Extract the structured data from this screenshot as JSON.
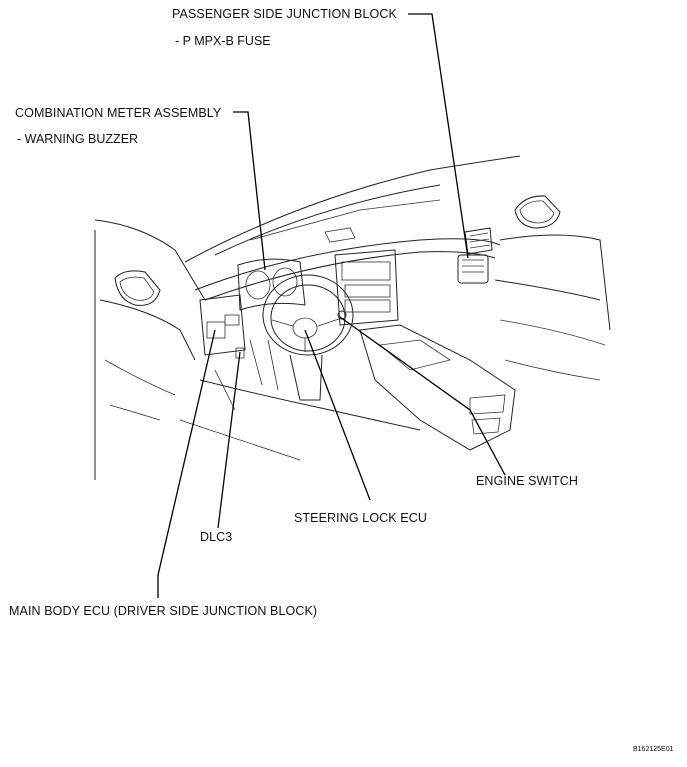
{
  "labels": {
    "passenger_jb": "PASSENGER SIDE JUNCTION BLOCK",
    "passenger_jb_sub": "- P MPX-B FUSE",
    "combination_meter": "COMBINATION METER ASSEMBLY",
    "combination_meter_sub": "- WARNING BUZZER",
    "engine_switch": "ENGINE SWITCH",
    "steering_lock": "STEERING LOCK ECU",
    "dlc3": "DLC3",
    "main_body_ecu": "MAIN BODY ECU (DRIVER SIDE JUNCTION BLOCK)",
    "figure_code": "B162125E01"
  }
}
